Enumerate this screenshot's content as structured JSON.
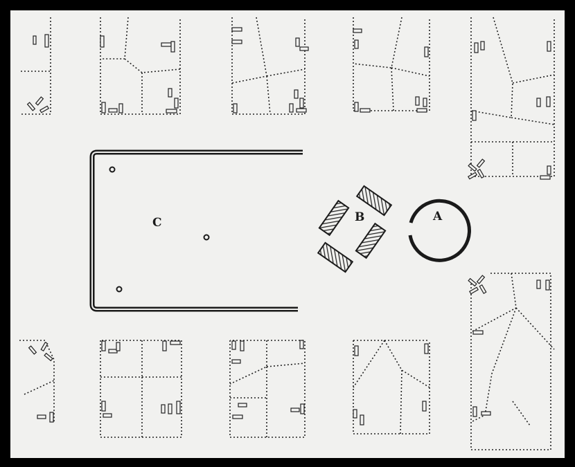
{
  "labels": {
    "a": "A",
    "b": "B",
    "c": "C"
  },
  "colors": {
    "ink": "#1a1a1a",
    "paper": "#f1f1ef",
    "frame": "#000000"
  }
}
